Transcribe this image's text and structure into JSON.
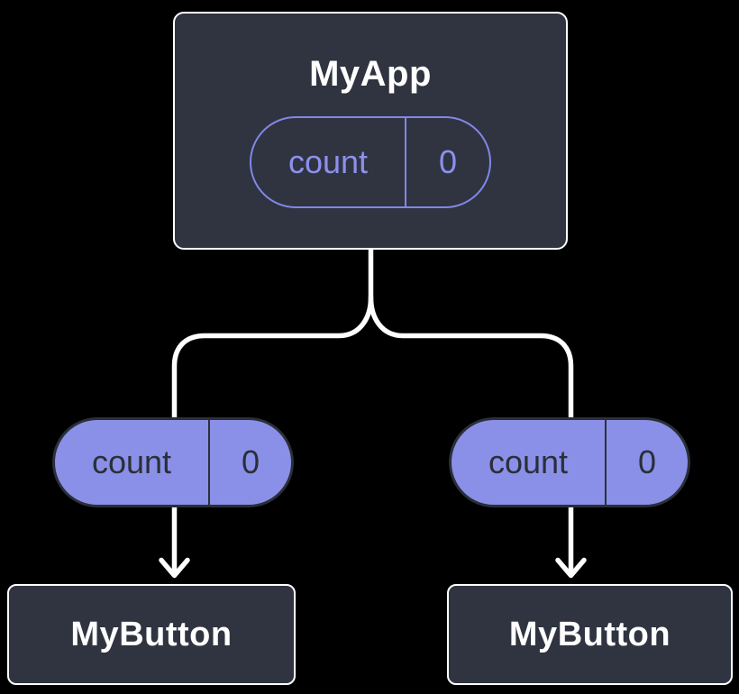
{
  "background_color": "#000000",
  "colors": {
    "card_fill": "#2F3440",
    "card_border": "#FFFFFF",
    "state_pill_outline": "#8287E8",
    "state_pill_text": "#8D90EE",
    "prop_pill_fill": "#8A90E8",
    "prop_pill_text": "#2A2F38",
    "connector_line": "#FFFFFF"
  },
  "diagram": {
    "root": {
      "title": "MyApp",
      "state_pill": {
        "label": "count",
        "value": "0"
      }
    },
    "children": [
      {
        "title": "MyButton",
        "prop_pill": {
          "label": "count",
          "value": "0"
        }
      },
      {
        "title": "MyButton",
        "prop_pill": {
          "label": "count",
          "value": "0"
        }
      }
    ]
  }
}
